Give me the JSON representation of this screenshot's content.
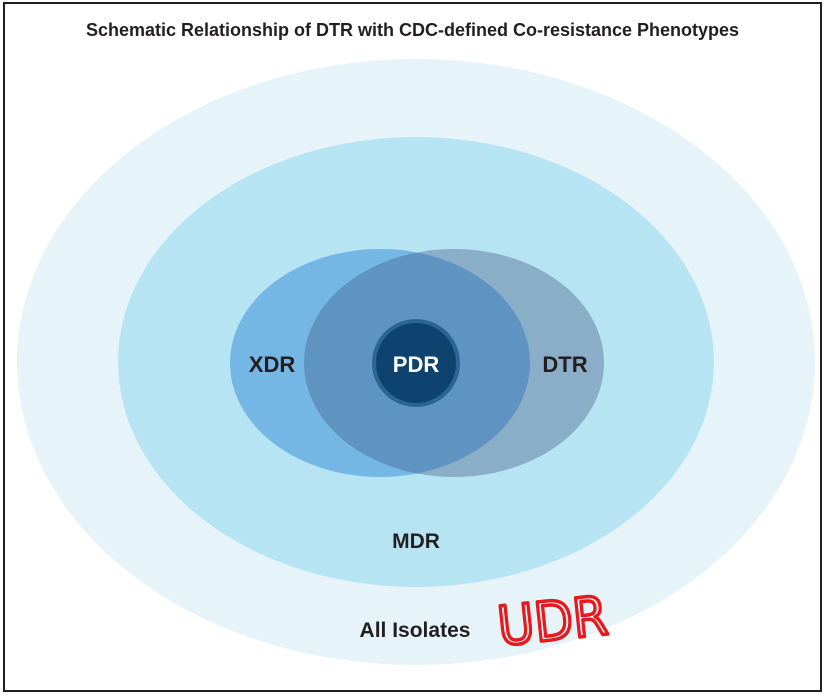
{
  "title": "Schematic Relationship of DTR with CDC-defined Co-resistance Phenotypes",
  "sets": {
    "all_isolates": {
      "label": "All Isolates",
      "color": "#e6f4f9"
    },
    "mdr": {
      "label": "MDR",
      "color": "#b7e4f2"
    },
    "xdr": {
      "label": "XDR",
      "color": "#74b7e4"
    },
    "dtr": {
      "label": "DTR",
      "color": "#8aaec8"
    },
    "xdr_dtr_overlap": {
      "color": "#5f93c2"
    },
    "pdr": {
      "label": "PDR",
      "color": "#0e436f",
      "ring_color": "#2b6592"
    }
  },
  "annotation": {
    "text": "UDR",
    "style": "handwritten",
    "color": "#e8191c"
  }
}
